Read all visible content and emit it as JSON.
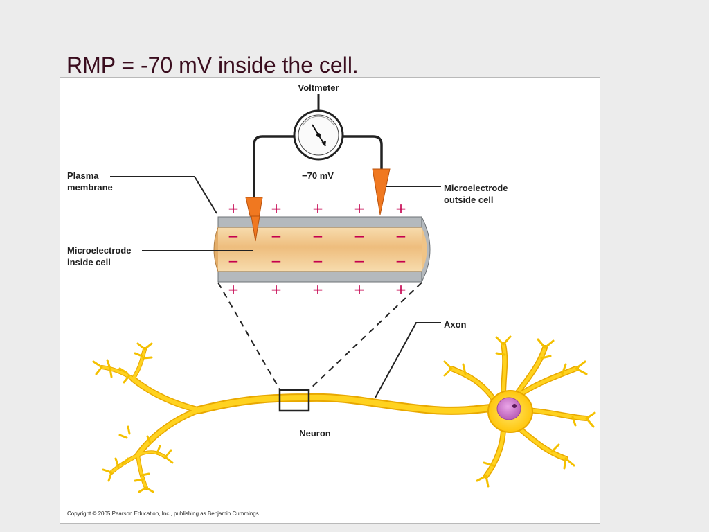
{
  "slide": {
    "title": "RMP = -70 mV inside the cell."
  },
  "figure": {
    "labels": {
      "voltmeter": "Voltmeter",
      "reading": "−70 mV",
      "plasma_membrane_1": "Plasma",
      "plasma_membrane_2": "membrane",
      "electrode_outside_1": "Microelectrode",
      "electrode_outside_2": "outside cell",
      "electrode_inside_1": "Microelectrode",
      "electrode_inside_2": "inside cell",
      "axon": "Axon",
      "neuron": "Neuron"
    },
    "copyright": "Copyright © 2005 Pearson Education, Inc., publishing as Benjamin Cummings.",
    "charges": {
      "positive": "+",
      "negative": "−"
    },
    "colors": {
      "neuron": "#ffd21f",
      "neuron_outline": "#e8a800",
      "nucleus": "#d77fd6",
      "membrane": "#b4b9bd",
      "cytoplasm": "#f2c98f",
      "electrode": "#f07820",
      "charge": "#c4004e"
    }
  }
}
